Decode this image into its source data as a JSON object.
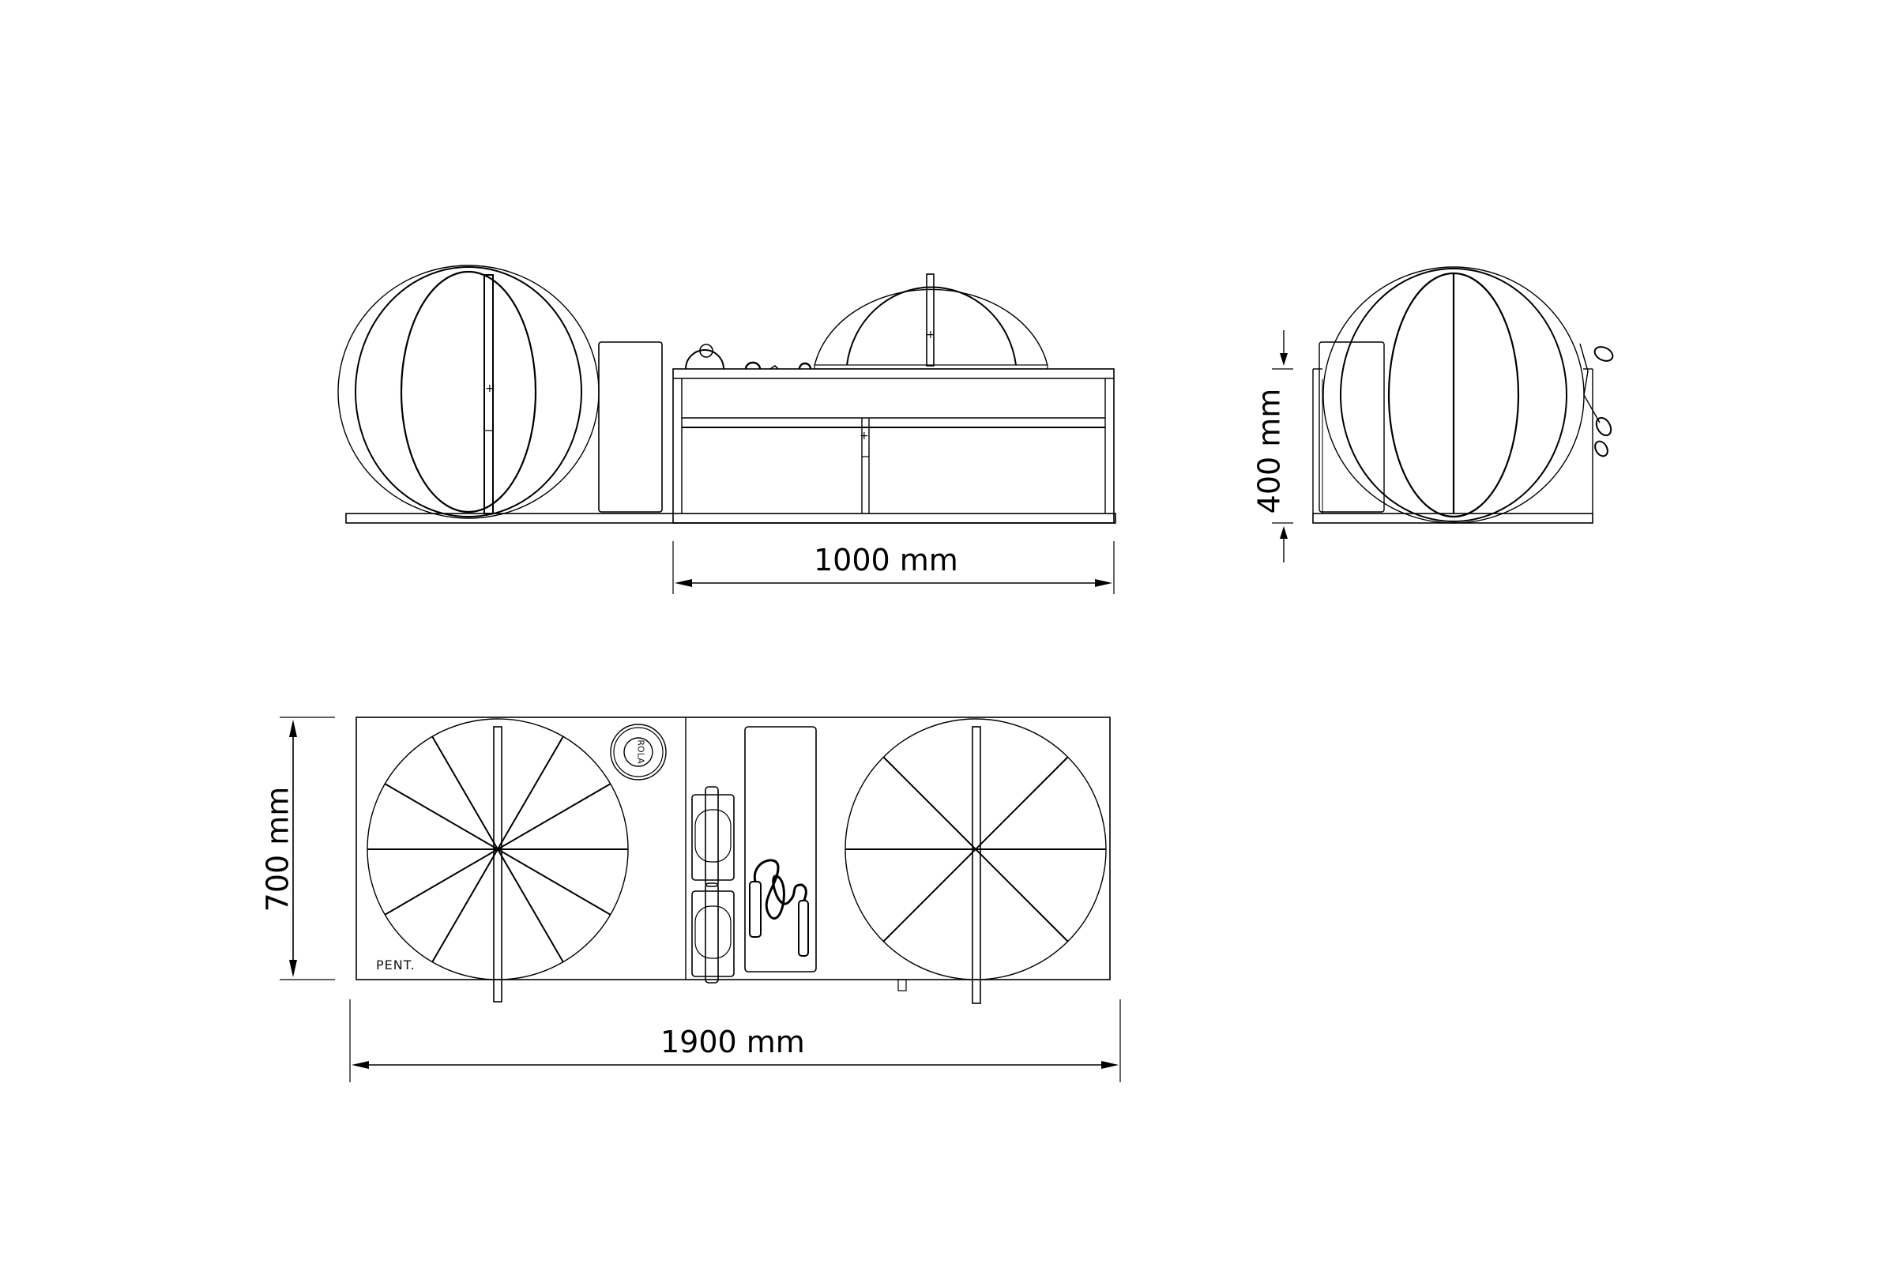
{
  "drawing": {
    "views": {
      "front_elevation": {
        "dimension_width": {
          "value": 1000,
          "unit": "mm",
          "label": "1000 mm"
        }
      },
      "side_elevation": {
        "dimension_height": {
          "value": 400,
          "unit": "mm",
          "label": "400 mm"
        }
      },
      "plan_view": {
        "dimension_depth": {
          "value": 700,
          "unit": "mm",
          "label": "700 mm"
        },
        "dimension_length": {
          "value": 1900,
          "unit": "mm",
          "label": "1900 mm"
        },
        "brand_mark": "PENT.",
        "accessory_label": "ROLA"
      }
    },
    "colors": {
      "background": "#ffffff",
      "line": "#000000"
    }
  }
}
